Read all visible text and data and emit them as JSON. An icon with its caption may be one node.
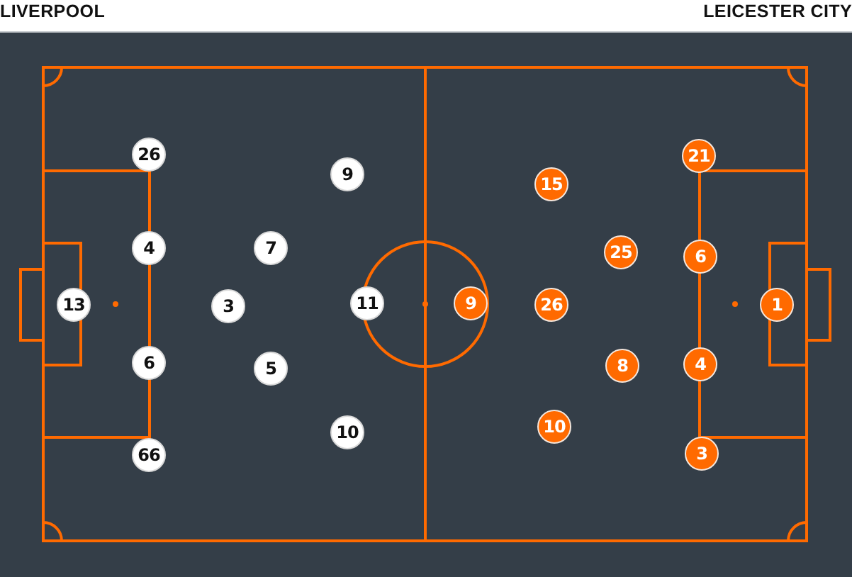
{
  "diagram": {
    "nodes": [
      {
        "text": [
          "13"
        ]
      },
      {
        "text": [
          "26"
        ]
      },
      {
        "text": [
          "4"
        ]
      },
      {
        "text": [
          "6"
        ]
      },
      {
        "text": [
          "66"
        ]
      },
      {
        "text": [
          "7"
        ]
      },
      {
        "text": [
          "3"
        ]
      },
      {
        "text": [
          "5"
        ]
      },
      {
        "text": [
          "9"
        ]
      },
      {
        "text": [
          "11"
        ]
      },
      {
        "text": [
          "10"
        ]
      },
      {
        "text": [
          "15"
        ]
      },
      {
        "text": [
          "9"
        ]
      },
      {
        "text": [
          "26"
        ]
      },
      {
        "text": [
          "10"
        ]
      },
      {
        "text": [
          "25"
        ]
      },
      {
        "text": [
          "8"
        ]
      },
      {
        "text": [
          "21"
        ]
      },
      {
        "text": [
          "6"
        ]
      },
      {
        "text": [
          "4"
        ]
      },
      {
        "text": [
          "3"
        ]
      },
      {
        "text": [
          "1"
        ]
      }
    ],
    "labels": [
      "LIVERPOOL",
      "LEICESTER CITY"
    ]
  }
}
